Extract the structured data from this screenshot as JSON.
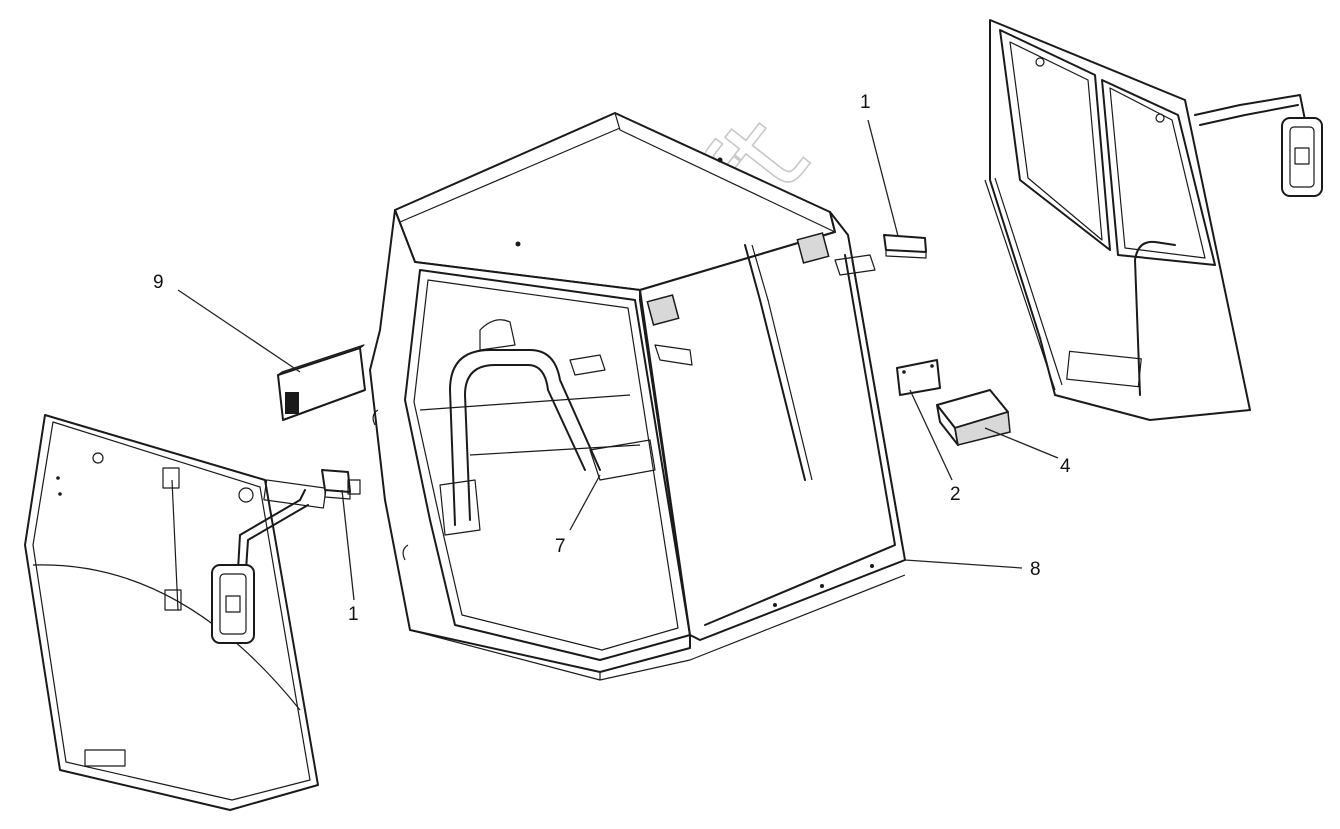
{
  "callouts": [
    {
      "id": "c1-right",
      "label": "1"
    },
    {
      "id": "c1-left",
      "label": "1"
    },
    {
      "id": "c2",
      "label": "2"
    },
    {
      "id": "c4",
      "label": "4"
    },
    {
      "id": "c7",
      "label": "7"
    },
    {
      "id": "c8",
      "label": "8"
    },
    {
      "id": "c9",
      "label": "9"
    }
  ],
  "watermark": {
    "text": "AutoSoft"
  },
  "colors": {
    "line": "#1a1a1a",
    "watermark": "#c8c8c8",
    "background": "#ffffff"
  }
}
